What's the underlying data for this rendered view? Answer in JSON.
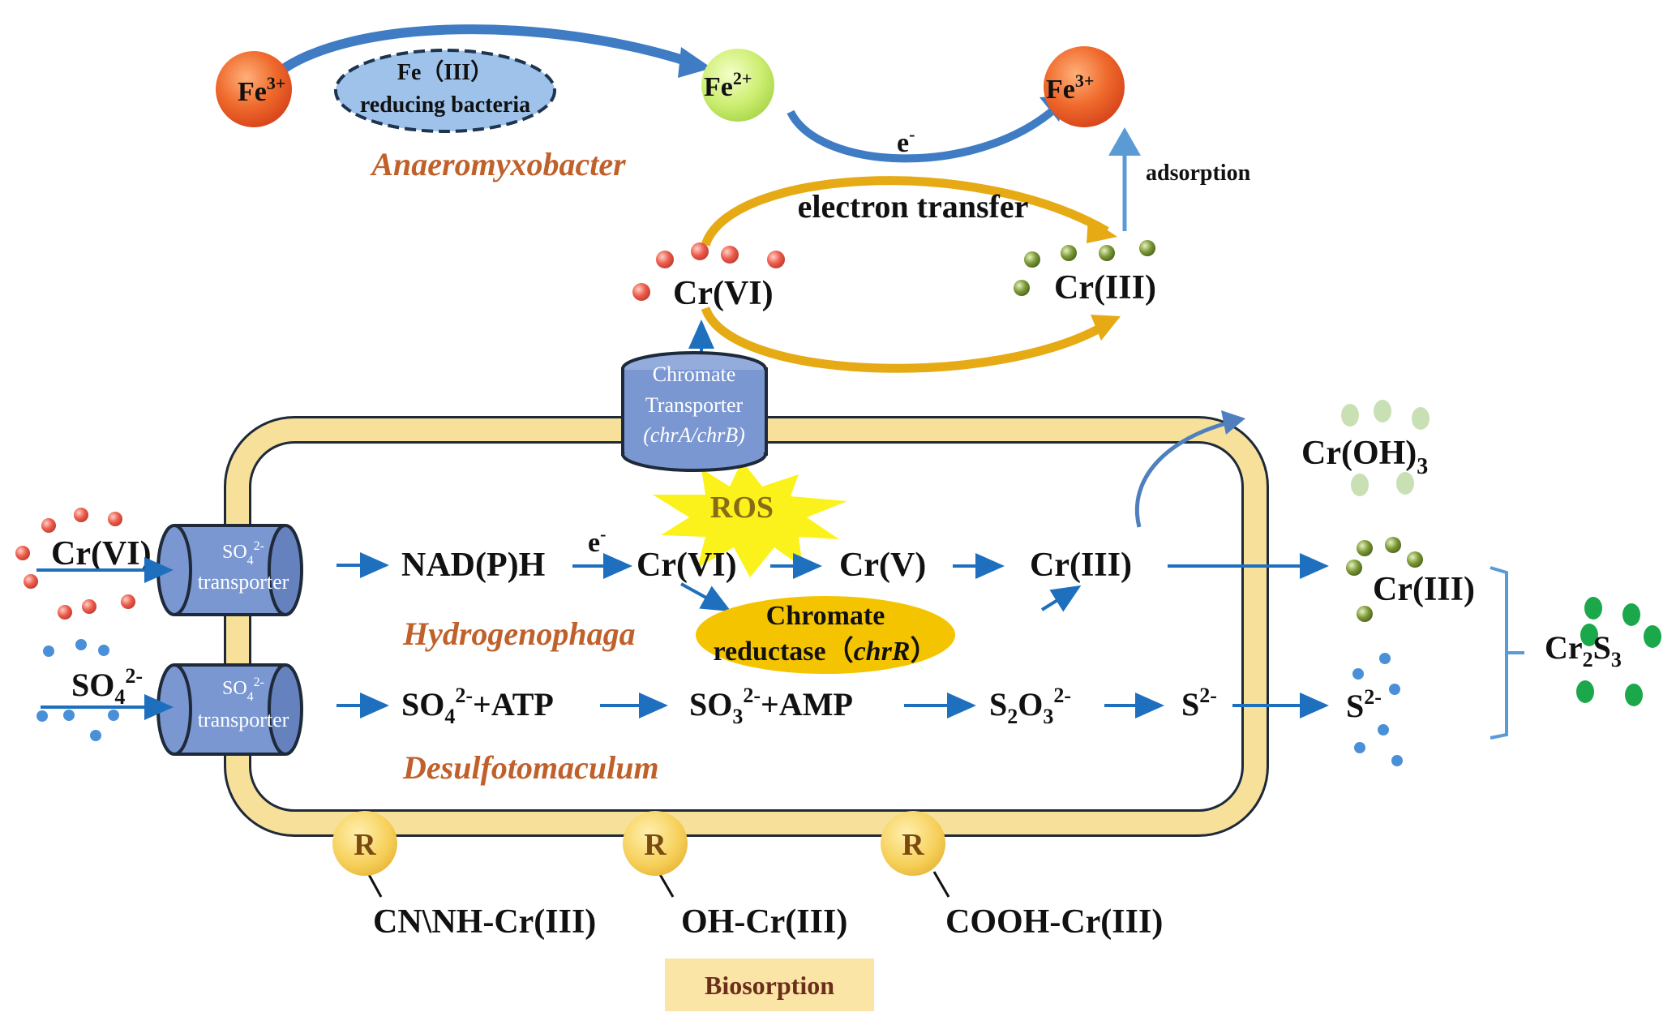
{
  "iron_cycle": {
    "fe3_left": {
      "base": "Fe",
      "sup": "3+"
    },
    "fe2": {
      "base": "Fe",
      "sup": "2+"
    },
    "fe3_right": {
      "base": "Fe",
      "sup": "3+"
    },
    "bacteria_line1": "Fe（III）",
    "bacteria_line2": "reducing bacteria",
    "genus": "Anaeromyxobacter",
    "electron": {
      "base": "e",
      "sup": "-"
    },
    "adsorption": "adsorption"
  },
  "transfer": {
    "label": "electron transfer",
    "cr6": "Cr(VI)",
    "cr3": "Cr(III)"
  },
  "transporter": {
    "line1": "Chromate",
    "line2": "Transporter",
    "line3": "(chrA/chrB)"
  },
  "cell": {
    "ros": "ROS",
    "cr6_outside": "Cr(VI)",
    "so4_outside": {
      "base": "SO",
      "sub": "4",
      "sup": "2-"
    },
    "so4_transporter_label_1": {
      "base": "SO",
      "sub": "4",
      "sup": "2-"
    },
    "so4_transporter_label_2": {
      "base": "SO",
      "sub": "4",
      "sup": "2-"
    },
    "transporter_word": "transporter",
    "nadph": "NAD(P)H",
    "e_minus": {
      "base": "e",
      "sup": "-"
    },
    "cr6_in": "Cr(VI)",
    "cr5": "Cr(V)",
    "cr3_in": "Cr(III)",
    "reductase_line1": "Chromate",
    "reductase_line2": "reductase（",
    "reductase_gene": "chrR",
    "reductase_close": "）",
    "genus_h": "Hydrogenophaga",
    "genus_d": "Desulfotomaculum",
    "sulfate_chain": [
      {
        "base": "SO",
        "sub": "4",
        "sup": "2-",
        "tail": "+ATP"
      },
      {
        "base": "SO",
        "sub": "3",
        "sup": "2-",
        "tail": "+AMP"
      },
      {
        "base": "S",
        "sub": "2",
        "base2": "O",
        "sub2": "3",
        "sup": "2-"
      },
      {
        "base": "S",
        "sup": "2-"
      }
    ]
  },
  "outside": {
    "croh3": {
      "base": "Cr(OH)",
      "sub": "3"
    },
    "cr3": "Cr(III)",
    "s2": {
      "base": "S",
      "sup": "2-"
    },
    "cr2s3": {
      "a": "Cr",
      "sa": "2",
      "b": "S",
      "sb": "3"
    }
  },
  "biosorption": {
    "r_label": "R",
    "groups": [
      "CN\\NH-Cr(III)",
      "OH-Cr(III)",
      "COOH-Cr(III)"
    ],
    "title": "Biosorption"
  },
  "colors": {
    "arrow_blue": "#1f6fbf",
    "gold": "#e5aa14",
    "cell_wall": "#f7e19a",
    "cylinder": "#7a97d1",
    "fe3": "#e8582a",
    "fe2": "#c9ee6b",
    "cr6_dot": "#e8574a",
    "cr3_dot": "#6f8a2e",
    "green_dot": "#1aa84b",
    "so4_dot": "#4a90d9",
    "genus_text": "#c0602a"
  }
}
